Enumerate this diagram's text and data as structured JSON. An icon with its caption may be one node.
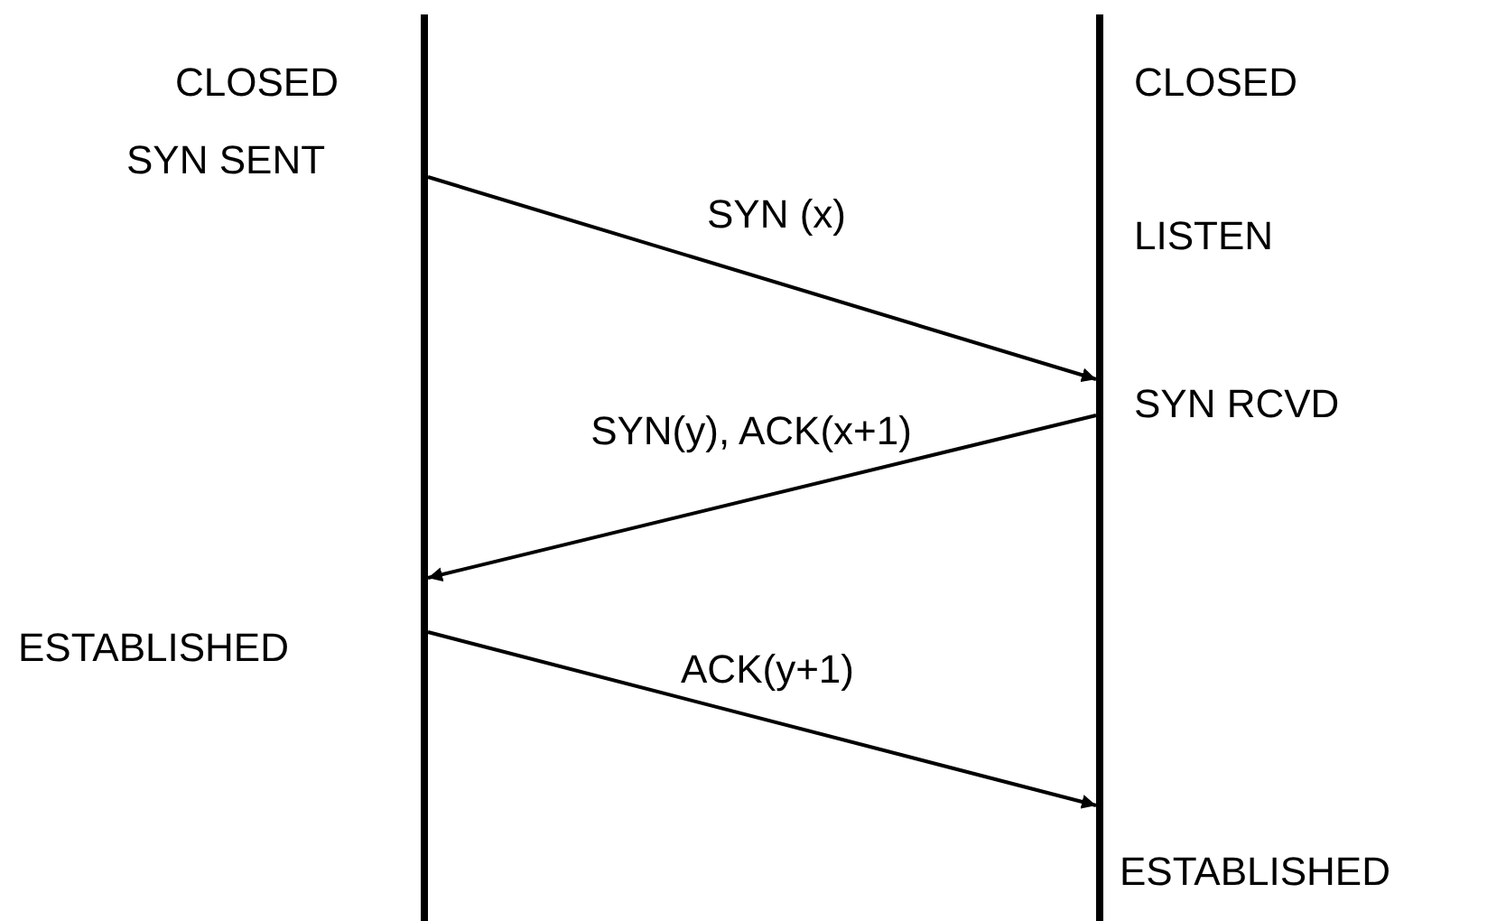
{
  "diagram": {
    "nodes": [
      {
        "text": [],
        "shape": "bar"
      },
      {
        "text": [],
        "shape": "bar"
      }
    ],
    "edges": [
      {
        "from": 0,
        "to": 1,
        "arrow": "to",
        "label": "SYN (x)"
      },
      {
        "from": 1,
        "to": 0,
        "arrow": "to",
        "label": "SYN(y), ACK(x+1)"
      },
      {
        "from": 0,
        "to": 1,
        "arrow": "to",
        "label": "ACK(y+1)"
      }
    ],
    "labels": [
      "CLOSED",
      "CLOSED",
      "SYN SENT",
      "LISTEN",
      "SYN RCVD",
      "ESTABLISHED",
      "ESTABLISHED"
    ]
  }
}
